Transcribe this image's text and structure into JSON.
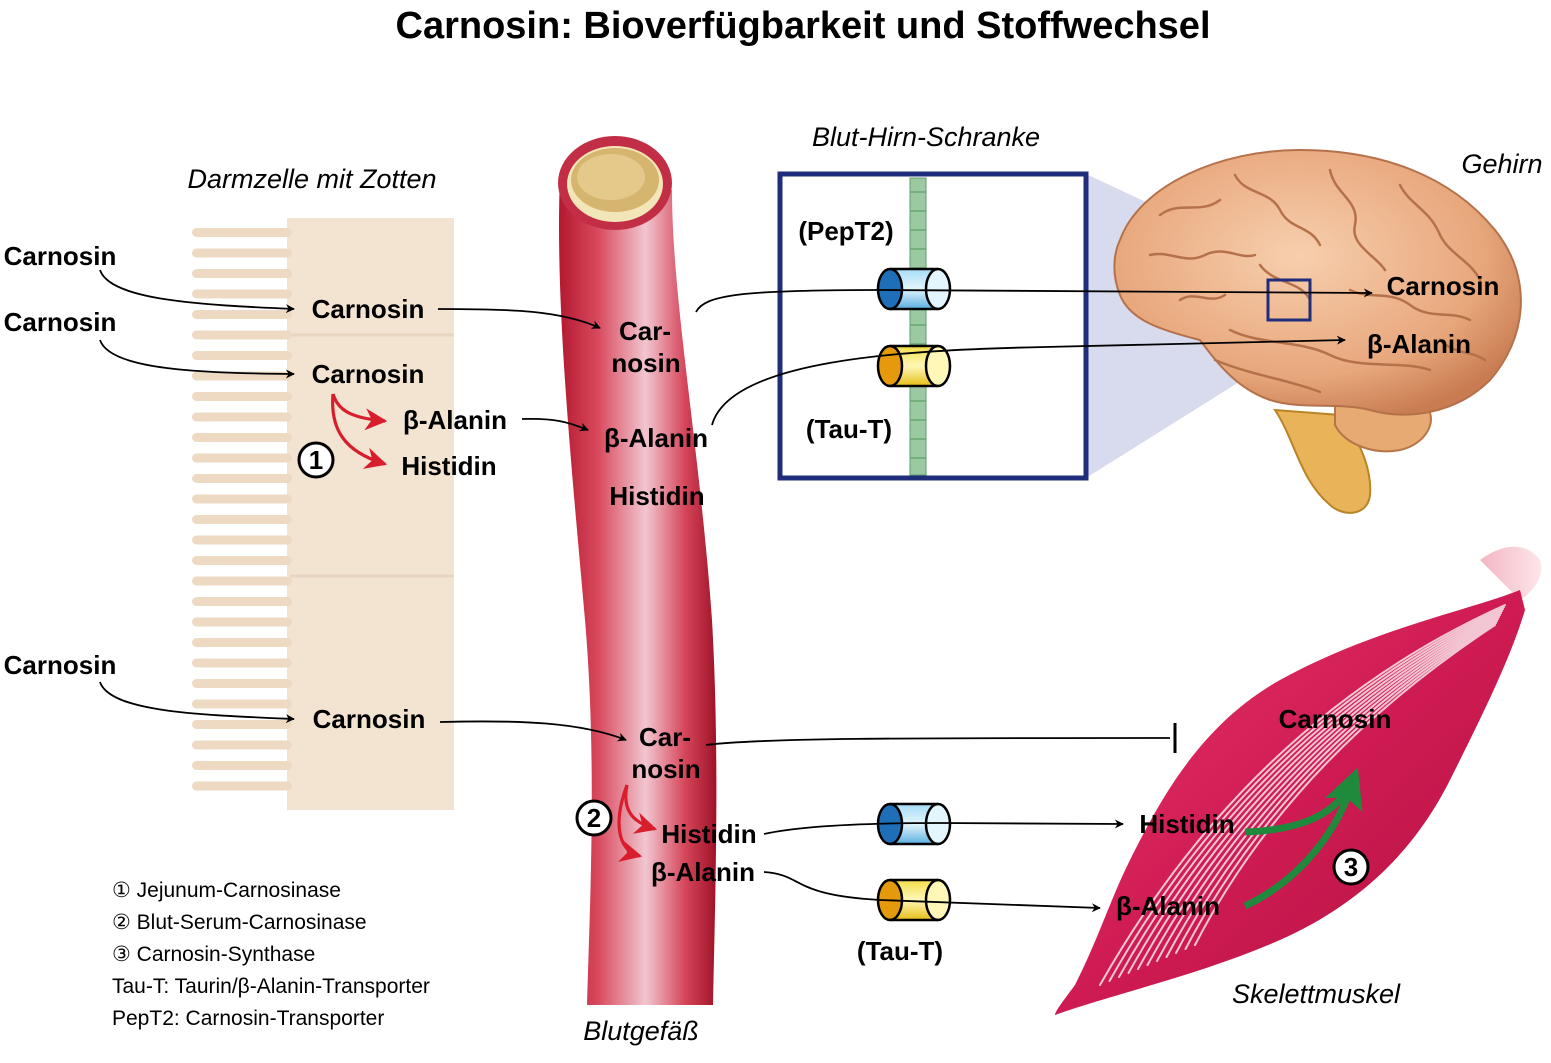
{
  "title": "Carnosin: Bioverfügbarkeit und Stoffwechsel",
  "regions": {
    "intestine": "Darmzelle mit Zotten",
    "vessel": "Blutgefäß",
    "bbb": "Blut-Hirn-Schranke",
    "brain": "Gehirn",
    "muscle": "Skelettmuskel"
  },
  "intake": {
    "carnosin_1": "Carnosin",
    "carnosin_2": "Carnosin",
    "carnosin_3": "Carnosin"
  },
  "cell": {
    "carnosin_1": "Carnosin",
    "carnosin_2": "Carnosin",
    "beta_alanin": "β-Alanin",
    "histidin": "Histidin",
    "carnosin_3": "Carnosin",
    "marker_1": "1"
  },
  "blood": {
    "car_1": "Car-",
    "nosin_1": "nosin",
    "beta_alanin_1": "β-Alanin",
    "histidin_1": "Histidin",
    "car_2": "Car-",
    "nosin_2": "nosin",
    "histidin_2": "Histidin",
    "beta_alanin_2": "β-Alanin",
    "marker_2": "2"
  },
  "transporters": {
    "pept2": "(PepT2)",
    "taut_bbb": "(Tau-T)",
    "taut_muscle": "(Tau-T)"
  },
  "brain": {
    "carnosin": "Carnosin",
    "beta_alanin": "β-Alanin"
  },
  "muscle": {
    "carnosin": "Carnosin",
    "histidin": "Histidin",
    "beta_alanin": "β-Alanin",
    "marker_3": "3"
  },
  "legend": [
    "① Jejunum-Carnosinase",
    "② Blut-Serum-Carnosinase",
    "③ Carnosin-Synthase",
    "Tau-T: Taurin/β-Alanin-Transporter",
    "PepT2: Carnosin-Transporter"
  ],
  "colors": {
    "vessel": "#c8243f",
    "cell": "#f3e3d1",
    "frame": "#1f2d7b",
    "enzyme_arrow": "#d81e2c",
    "synthase_arrow": "#1f8a3b",
    "muscle": "#cf1b53",
    "pept2": "#5fb6e6",
    "taut": "#f5d21e"
  }
}
